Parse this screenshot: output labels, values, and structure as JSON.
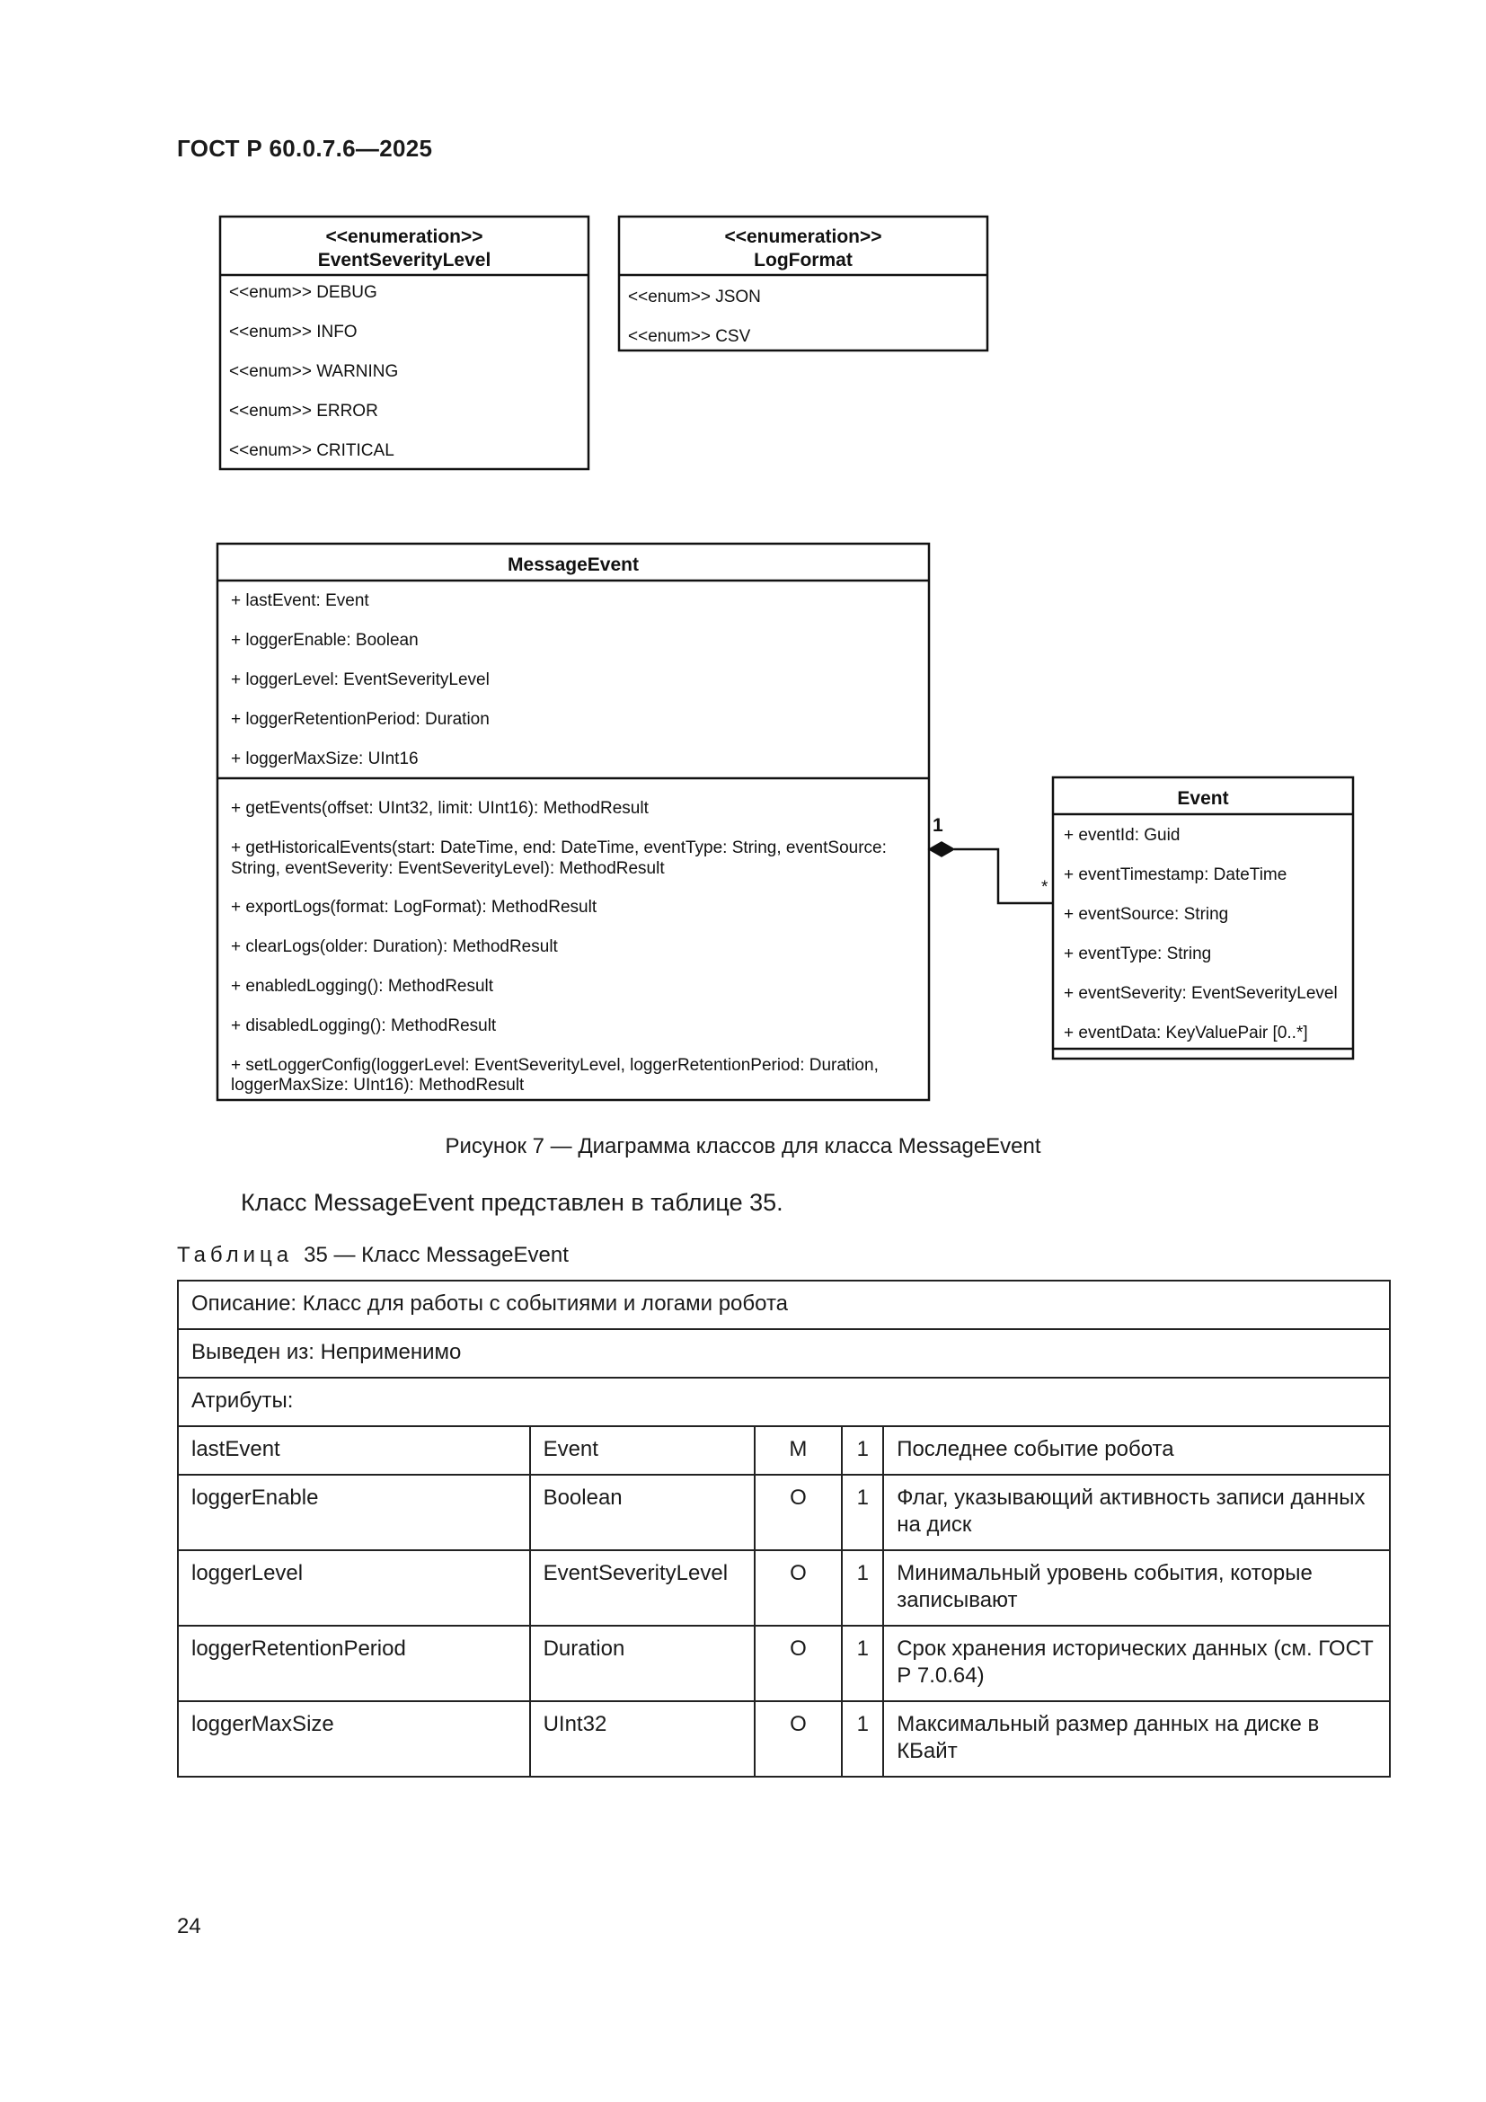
{
  "header": {
    "standard": "ГОСТ Р 60.0.7.6—2025"
  },
  "diagram": {
    "enum_severity": {
      "stereotype": "<<enumeration>>",
      "name": "EventSeverityLevel",
      "items": [
        "<<enum>> DEBUG",
        "<<enum>> INFO",
        "<<enum>> WARNING",
        "<<enum>> ERROR",
        "<<enum>> CRITICAL"
      ]
    },
    "enum_logformat": {
      "stereotype": "<<enumeration>>",
      "name": "LogFormat",
      "items": [
        "<<enum>> JSON",
        "<<enum>> CSV"
      ]
    },
    "message_event": {
      "name": "MessageEvent",
      "attributes": [
        "+ lastEvent: Event",
        "+ loggerEnable: Boolean",
        "+ loggerLevel: EventSeverityLevel",
        "+ loggerRetentionPeriod: Duration",
        "+ loggerMaxSize: UInt16"
      ],
      "methods": [
        [
          "+ getEvents(offset: UInt32, limit: UInt16): MethodResult"
        ],
        [
          "+ getHistoricalEvents(start: DateTime, end: DateTime, eventType: String, eventSource:",
          "String, eventSeverity: EventSeverityLevel): MethodResult"
        ],
        [
          "+ exportLogs(format: LogFormat): MethodResult"
        ],
        [
          "+ clearLogs(older: Duration): MethodResult"
        ],
        [
          "+ enabledLogging(): MethodResult"
        ],
        [
          "+ disabledLogging(): MethodResult"
        ],
        [
          "+ setLoggerConfig(loggerLevel: EventSeverityLevel, loggerRetentionPeriod: Duration,",
          " loggerMaxSize: UInt16): MethodResult"
        ]
      ]
    },
    "event": {
      "name": "Event",
      "attributes": [
        "+ eventId: Guid",
        "+ eventTimestamp: DateTime",
        "+ eventSource: String",
        "+ eventType: String",
        "+ eventSeverity: EventSeverityLevel",
        "+ eventData: KeyValuePair [0..*]"
      ]
    },
    "association": {
      "source_multiplicity": "1",
      "target_multiplicity": "*"
    }
  },
  "figure_caption": "Рисунок 7 — Диаграмма классов для класса MessageEvent",
  "paragraph": "Класс MessageEvent представлен в таблице 35.",
  "table_caption": {
    "label": "Таблица",
    "text": "35 — Класс MessageEvent"
  },
  "table": {
    "description": "Описание: Класс для работы с событиями и логами робота",
    "derived_from": "Выведен из: Неприменимо",
    "attributes_label": "Атрибуты:",
    "rows": [
      {
        "name": "lastEvent",
        "type": "Event",
        "mo": "M",
        "card": "1",
        "desc": "Последнее событие робота"
      },
      {
        "name": "loggerEnable",
        "type": "Boolean",
        "mo": "O",
        "card": "1",
        "desc": "Флаг, указывающий активность записи данных на диск"
      },
      {
        "name": "loggerLevel",
        "type": "EventSeverityLevel",
        "mo": "O",
        "card": "1",
        "desc": "Минимальный уровень события, которые записывают"
      },
      {
        "name": "loggerRetentionPeriod",
        "type": "Duration",
        "mo": "O",
        "card": "1",
        "desc": "Срок хранения исторических данных (см. ГОСТ Р 7.0.64)"
      },
      {
        "name": "loggerMaxSize",
        "type": "UInt32",
        "mo": "O",
        "card": "1",
        "desc": "Максимальный размер данных на диске в КБайт"
      }
    ]
  },
  "page_number": "24"
}
